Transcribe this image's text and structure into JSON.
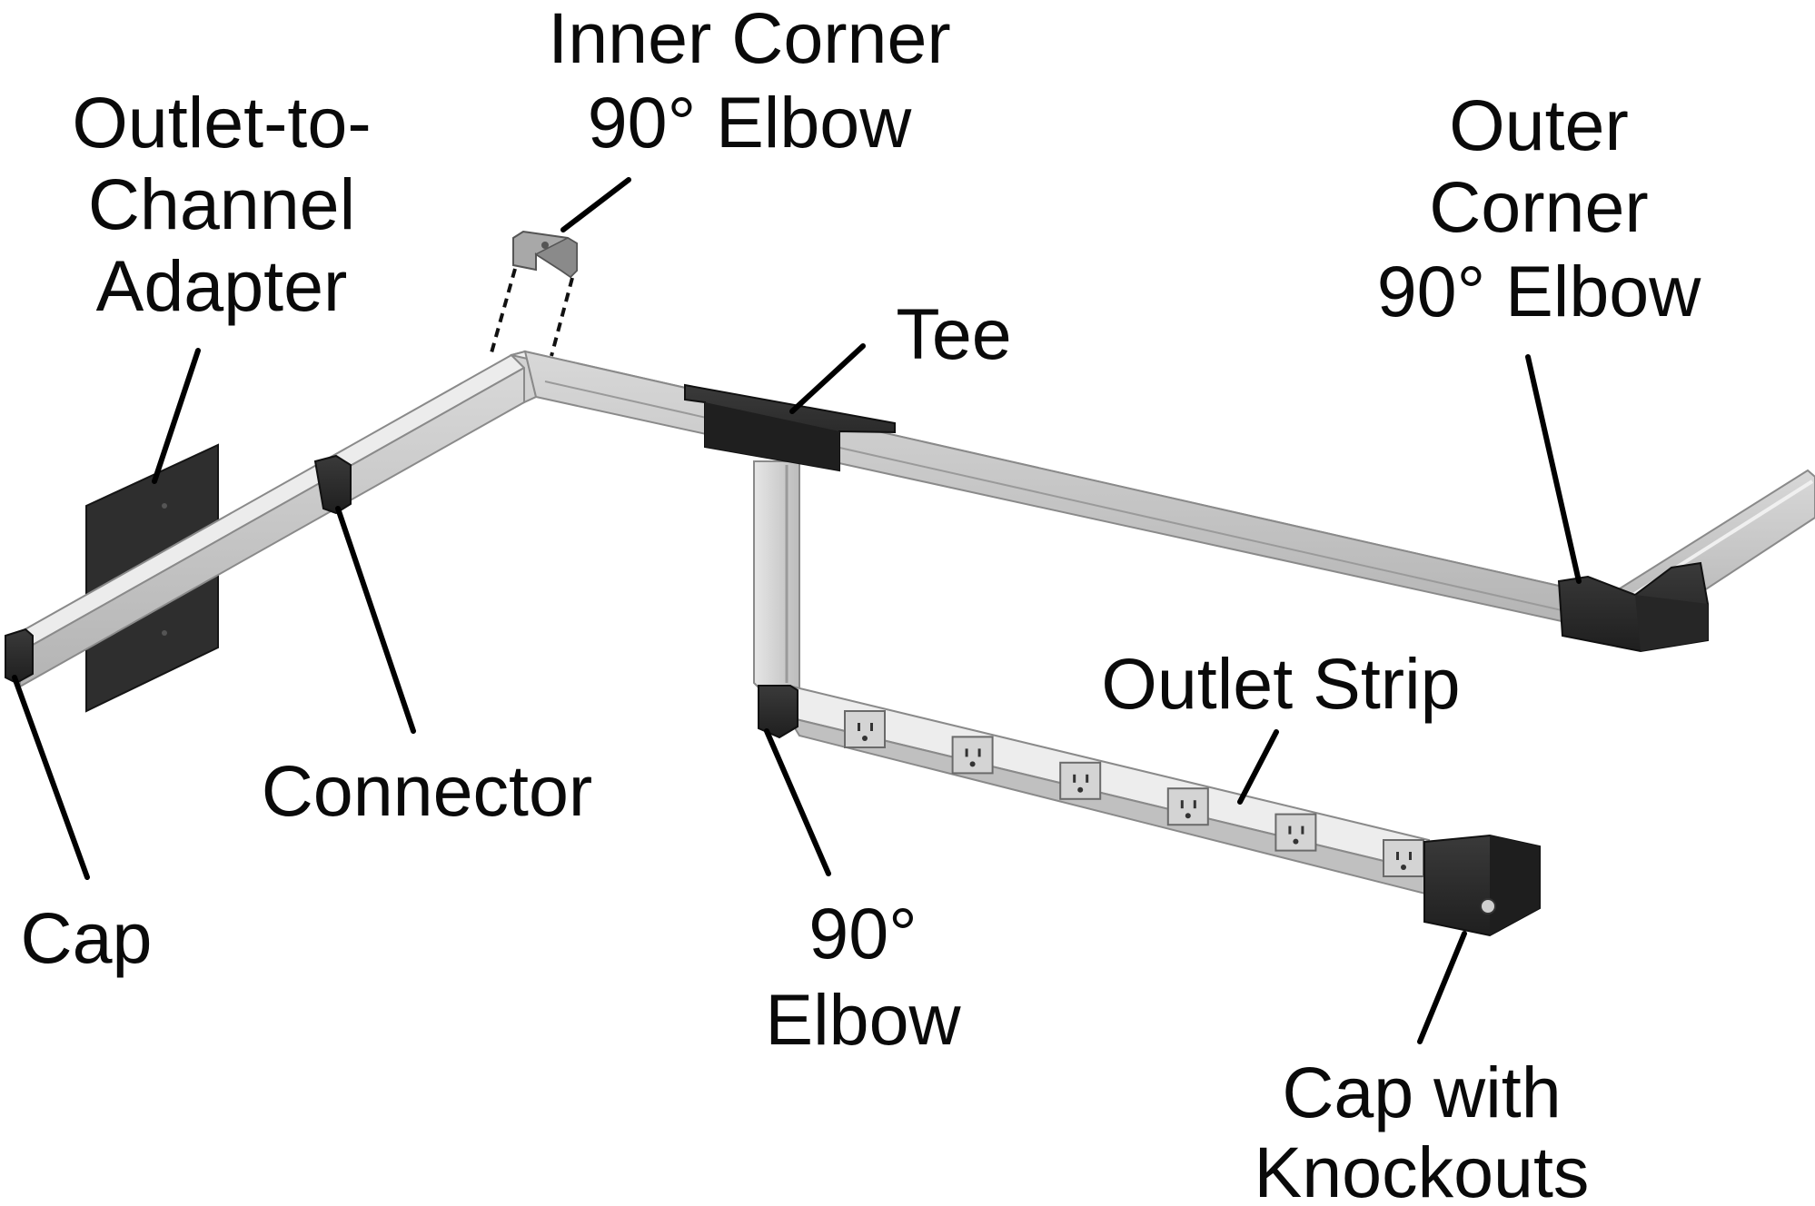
{
  "labels": {
    "inner_corner": [
      "Inner Corner",
      "90° Elbow"
    ],
    "outlet_adapter": [
      "Outlet-to-",
      "Channel",
      "Adapter"
    ],
    "outer_corner": [
      "Outer",
      "Corner",
      "90° Elbow"
    ],
    "tee": "Tee",
    "outlet_strip": "Outlet Strip",
    "connector": "Connector",
    "cap": "Cap",
    "elbow_90": [
      "90°",
      "Elbow"
    ],
    "cap_knockouts": [
      "Cap with",
      "Knockouts"
    ]
  },
  "colors": {
    "channel_top": "#e4e4e4",
    "channel_face": "#c6c6c6",
    "channel_edge": "#8a8a8a",
    "fitting": "#2b2b2b",
    "fitting_hi": "#4a4a4a",
    "leader": "#000000",
    "text": "#0a0a0a"
  },
  "outlet_count": 6
}
